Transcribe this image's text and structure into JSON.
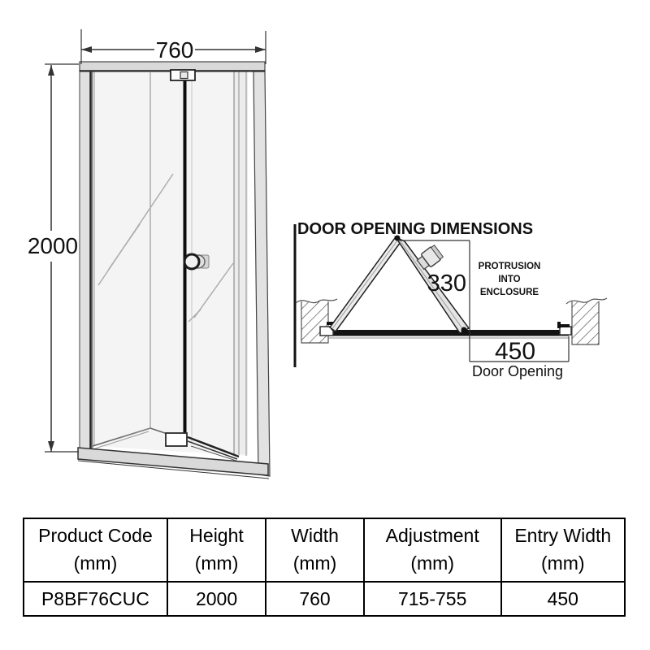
{
  "front_view": {
    "width_dim": "760",
    "height_dim": "2000"
  },
  "opening_diagram": {
    "title": "DOOR OPENING DIMENSIONS",
    "protrusion_dim": "330",
    "protrusion_note_line1": "PROTRUSION",
    "protrusion_note_line2": "INTO",
    "protrusion_note_line3": "ENCLOSURE",
    "opening_dim": "450",
    "opening_caption": "Door Opening"
  },
  "spec_table": {
    "headers": [
      {
        "title": "Product Code",
        "unit": "(mm)"
      },
      {
        "title": "Height",
        "unit": "(mm)"
      },
      {
        "title": "Width",
        "unit": "(mm)"
      },
      {
        "title": "Adjustment",
        "unit": "(mm)"
      },
      {
        "title": "Entry Width",
        "unit": "(mm)"
      }
    ],
    "row": {
      "product_code": "P8BF76CUC",
      "height": "2000",
      "width": "760",
      "adjustment": "715-755",
      "entry_width": "450"
    }
  },
  "colors": {
    "line": "#1a1a1a",
    "frame_fill": "#dedede",
    "glass_fill": "#f4f4f4",
    "track_fill": "#141414"
  }
}
